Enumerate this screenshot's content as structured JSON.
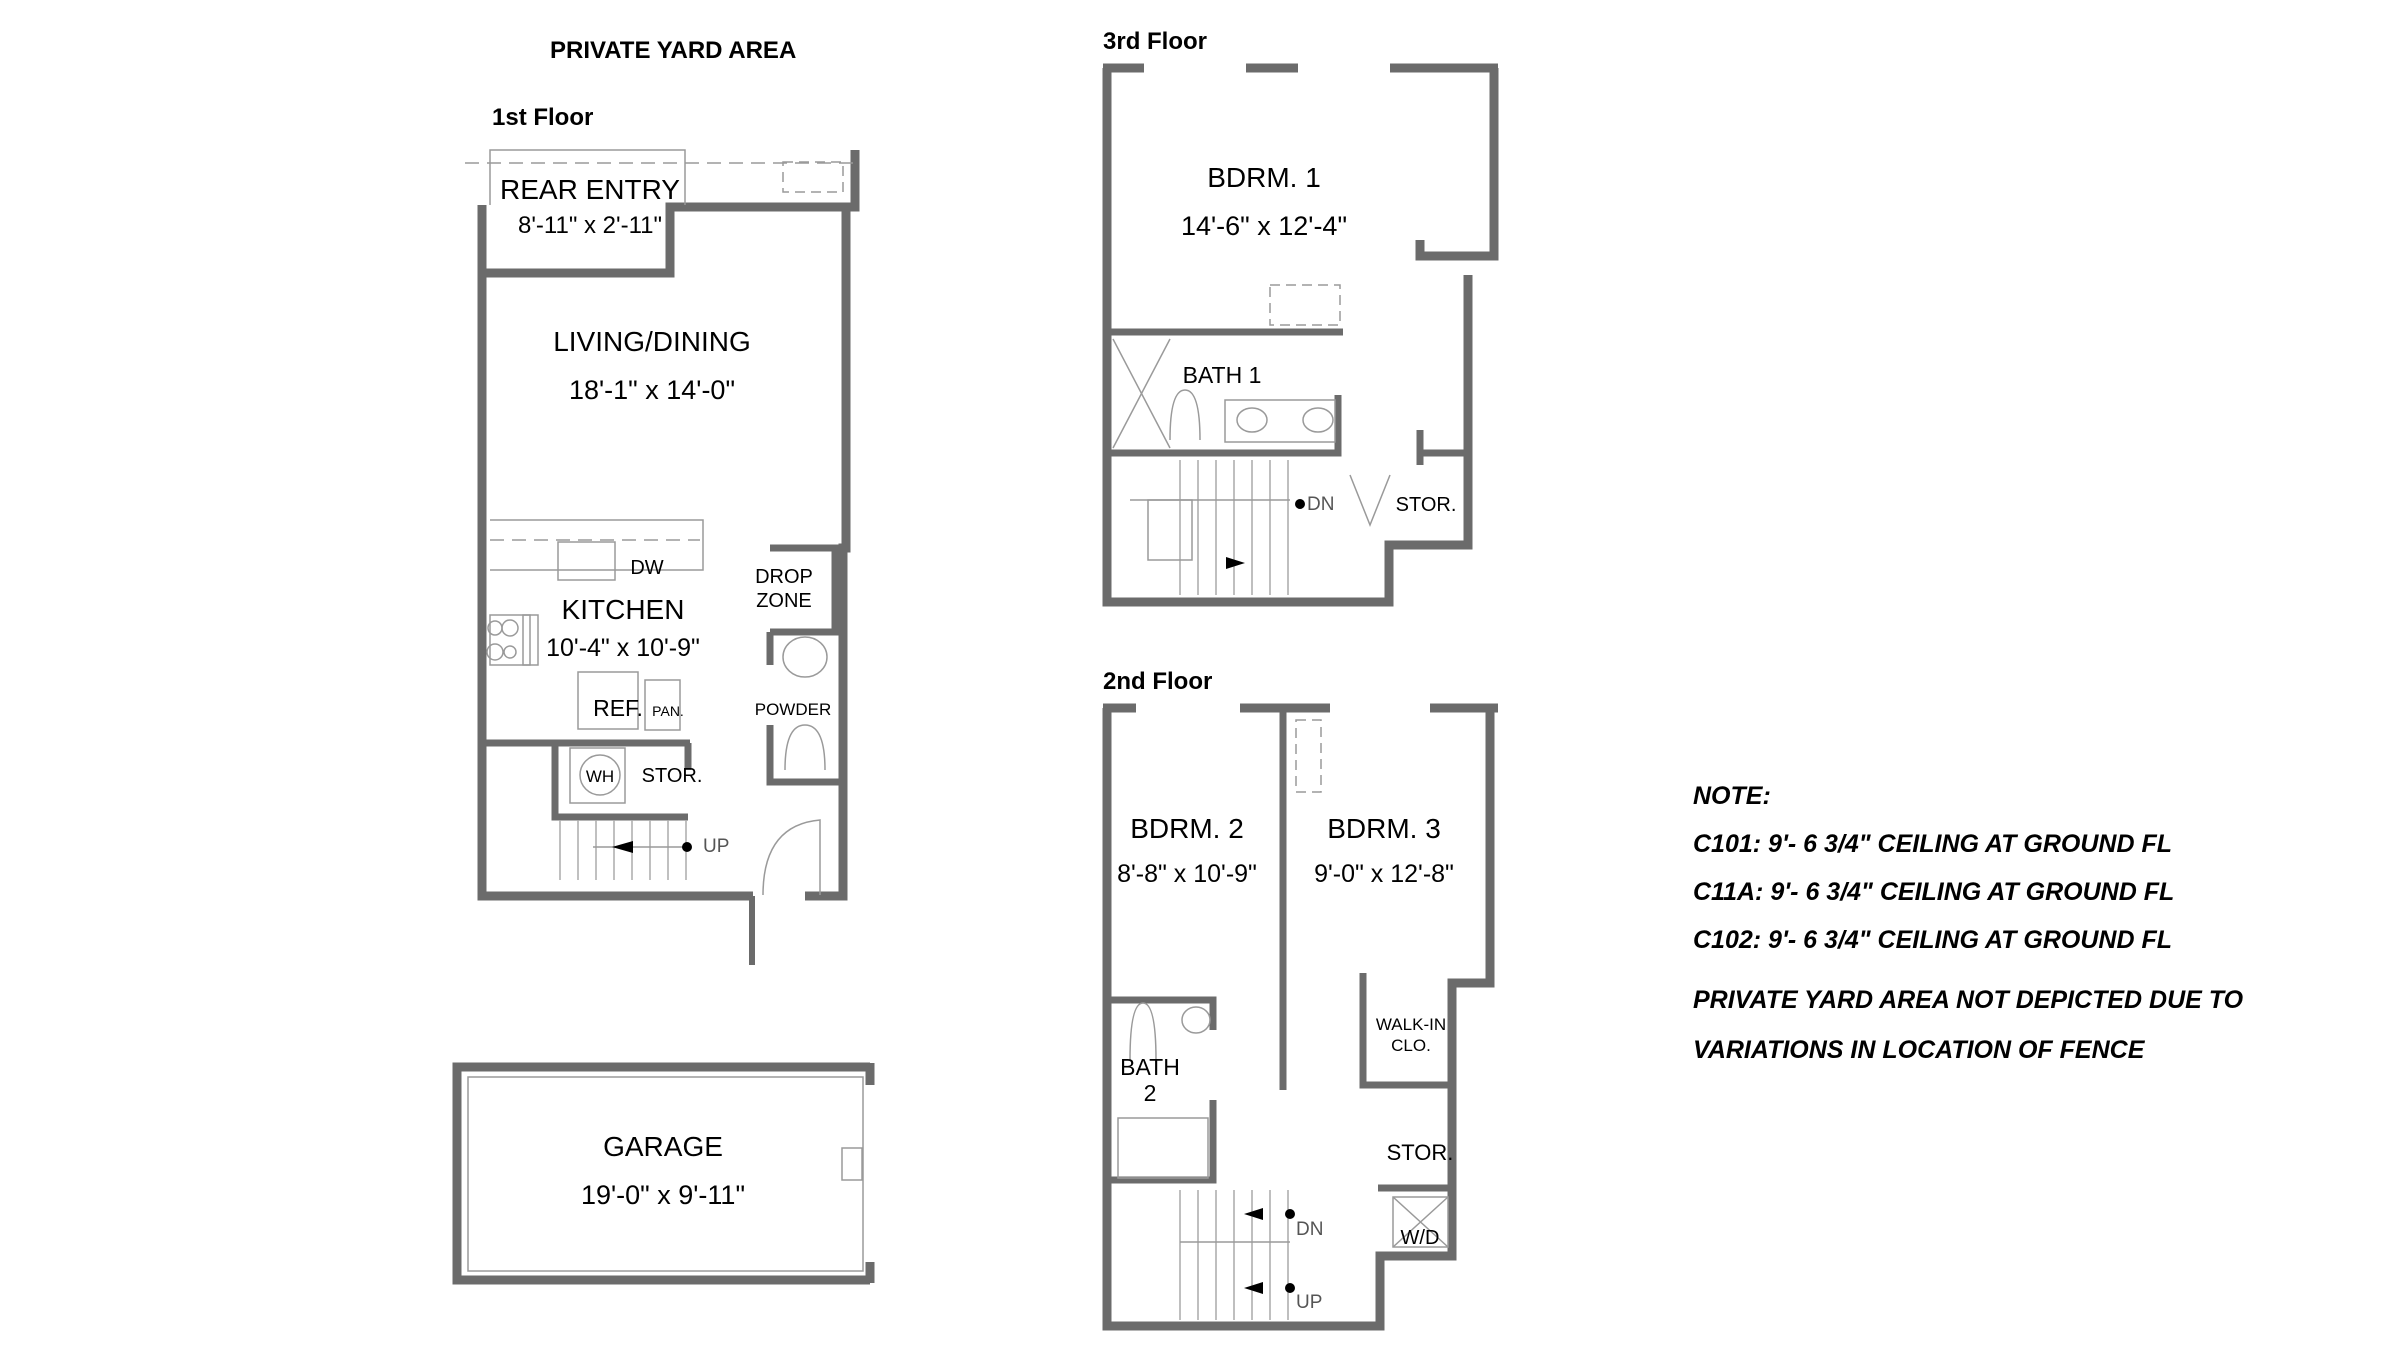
{
  "title": "PRIVATE YARD AREA",
  "floors": {
    "first": {
      "label": "1st Floor",
      "rooms": [
        {
          "name": "REAR ENTRY",
          "dims": "8'-11\" x 2'-11\""
        },
        {
          "name": "LIVING/DINING",
          "dims": "18'-1\" x 14'-0\""
        },
        {
          "name": "KITCHEN",
          "dims": "10'-4\" x 10'-9\""
        },
        {
          "name": "DROP",
          "name2": "ZONE"
        },
        {
          "name": "POWDER"
        },
        {
          "name": "REF."
        },
        {
          "name": "PAN."
        },
        {
          "name": "DW"
        },
        {
          "name": "WH"
        },
        {
          "name": "STOR."
        }
      ],
      "stair": "UP"
    },
    "garage": {
      "name": "GARAGE",
      "dims": "19'-0\" x 9'-11\""
    },
    "third": {
      "label": "3rd Floor",
      "rooms": [
        {
          "name": "BDRM. 1",
          "dims": "14'-6\" x 12'-4\""
        },
        {
          "name": "BATH 1"
        },
        {
          "name": "STOR."
        }
      ],
      "stair": "DN"
    },
    "second": {
      "label": "2nd Floor",
      "rooms": [
        {
          "name": "BDRM. 2",
          "dims": "8'-8\" x 10'-9\""
        },
        {
          "name": "BDRM. 3",
          "dims": "9'-0\" x 12'-8\""
        },
        {
          "name": "BATH",
          "name2": "2"
        },
        {
          "name": "WALK-IN",
          "name2": "CLO."
        },
        {
          "name": "STOR."
        },
        {
          "name": "W/D"
        }
      ],
      "stair_dn": "DN",
      "stair_up": "UP"
    }
  },
  "notes": {
    "heading": "NOTE:",
    "lines": [
      "C101:  9'- 6 3/4\" CEILING AT GROUND FL",
      "C11A:  9'- 6 3/4\" CEILING AT GROUND FL",
      "C102:  9'- 6 3/4\" CEILING AT GROUND FL",
      "PRIVATE YARD AREA NOT DEPICTED DUE TO",
      "VARIATIONS IN LOCATION OF FENCE"
    ]
  },
  "colors": {
    "wall": "#6b6b6b",
    "fixture": "#9a9a9a",
    "text": "#000000"
  }
}
